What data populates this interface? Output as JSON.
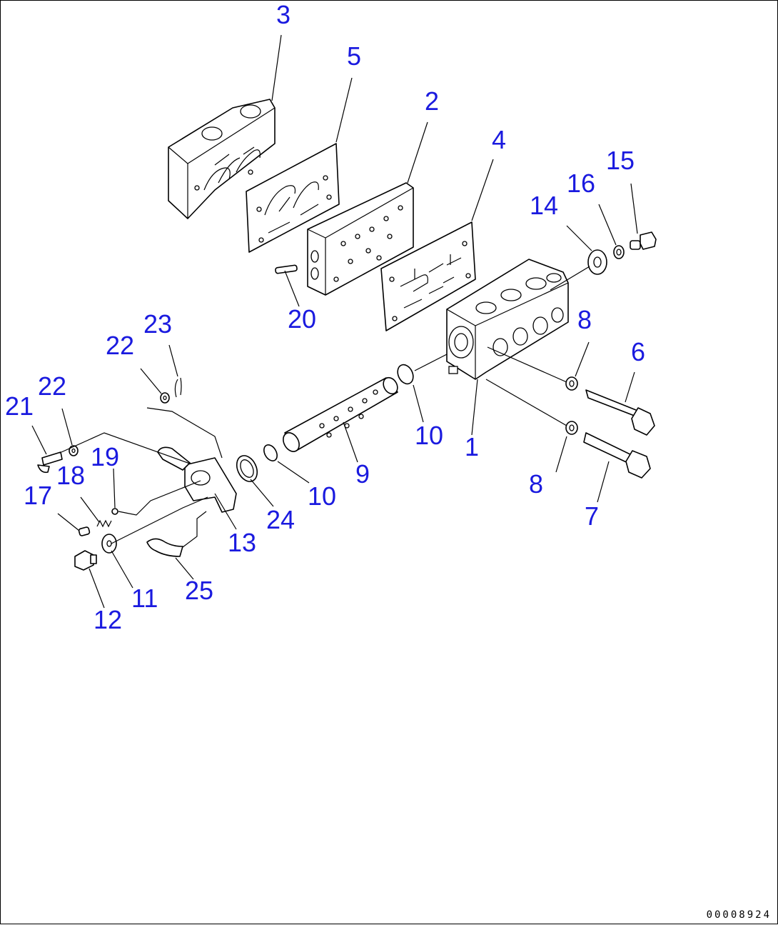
{
  "callouts": {
    "c1": "1",
    "c2": "2",
    "c3": "3",
    "c4": "4",
    "c5": "5",
    "c6": "6",
    "c7": "7",
    "c8a": "8",
    "c8b": "8",
    "c9": "9",
    "c10a": "10",
    "c10b": "10",
    "c11": "11",
    "c12": "12",
    "c13": "13",
    "c14": "14",
    "c15": "15",
    "c16": "16",
    "c17": "17",
    "c18": "18",
    "c19": "19",
    "c20": "20",
    "c21": "21",
    "c22a": "22",
    "c22b": "22",
    "c23": "23",
    "c24": "24",
    "c25": "25"
  },
  "drawing_number": "00008924",
  "colors": {
    "callout": "#1a1adf",
    "line": "#000000",
    "background": "#ffffff"
  }
}
